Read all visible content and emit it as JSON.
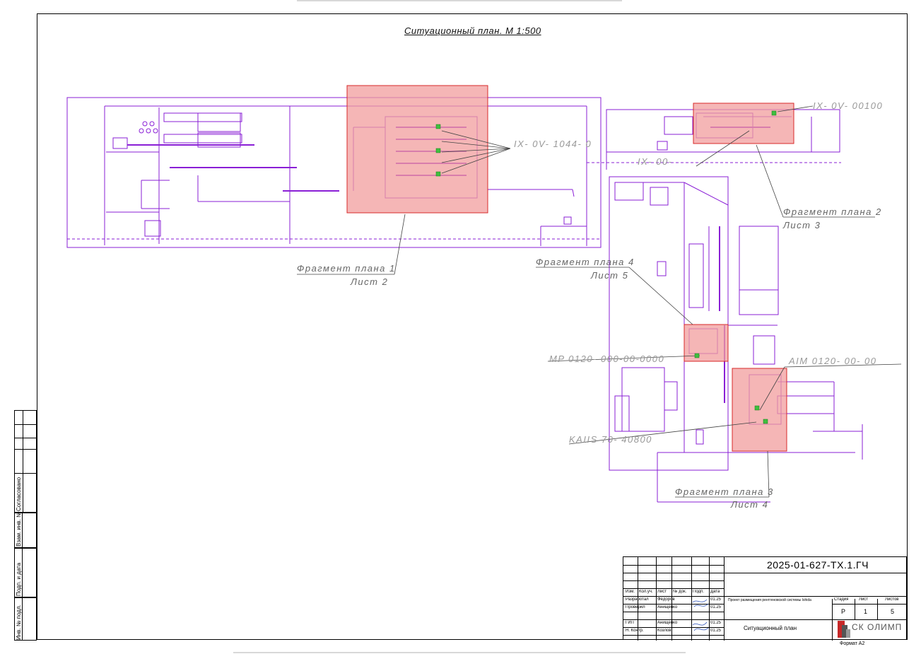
{
  "plan": {
    "title": "Ситуационный план. М 1:500",
    "callouts": {
      "fragment1": {
        "name": "Фрагмент плана 1",
        "sheet": "Лист 2"
      },
      "fragment2": {
        "name": "Фрагмент плана 2",
        "sheet": "Лист 3"
      },
      "fragment3": {
        "name": "Фрагмент плана 3",
        "sheet": "Лист 4"
      },
      "fragment4": {
        "name": "Фрагмент плана 4",
        "sheet": "Лист 5"
      }
    },
    "partial_tags": {
      "tag1": "IX- 0V- 1044- 0",
      "tag2": "IX- 0V- 00100",
      "tag3": "IX-    00- ",
      "tag4": "MP 0120- 000-00-0000",
      "tag5": "AIM 0120-     00- 00",
      "tag6": "KAIIS 70-     40800"
    },
    "colors": {
      "plan_lines": "#8a1fd6",
      "highlight_fill": "#f19d9d",
      "highlight_stroke": "#d82a2a",
      "leader": "#444444"
    }
  },
  "stamp_column": {
    "labels": [
      "Согласовано",
      "Взам. инв. №",
      "Подп. и дата",
      "Инв. № подл."
    ]
  },
  "title_block": {
    "document_number": "2025-01-627-ТХ.1.ГЧ",
    "headers": [
      "Изм.",
      "Кол.уч.",
      "Лист",
      "№ док.",
      "Подп.",
      "Дата"
    ],
    "rows": [
      {
        "role": "Разработал",
        "name": "Фёдоров",
        "date": "01.25"
      },
      {
        "role": "Проверил",
        "name": "Анищенко",
        "date": "01.25"
      },
      {
        "role": "",
        "name": "",
        "date": ""
      },
      {
        "role": "ГИП",
        "name": "Анищенко",
        "date": "01.25"
      },
      {
        "role": "Н. Контр.",
        "name": "Козлов",
        "date": "01.25"
      }
    ],
    "project_name": "Проект размещения рентгеновской системы Ishida",
    "sheet_title": "Ситуационный план",
    "stage_header": "Стадия",
    "sheet_header": "Лист",
    "sheets_header": "Листов",
    "stage": "Р",
    "sheet": "1",
    "sheets": "5",
    "company": "СК ОЛИМП",
    "format": "Формат А2"
  }
}
